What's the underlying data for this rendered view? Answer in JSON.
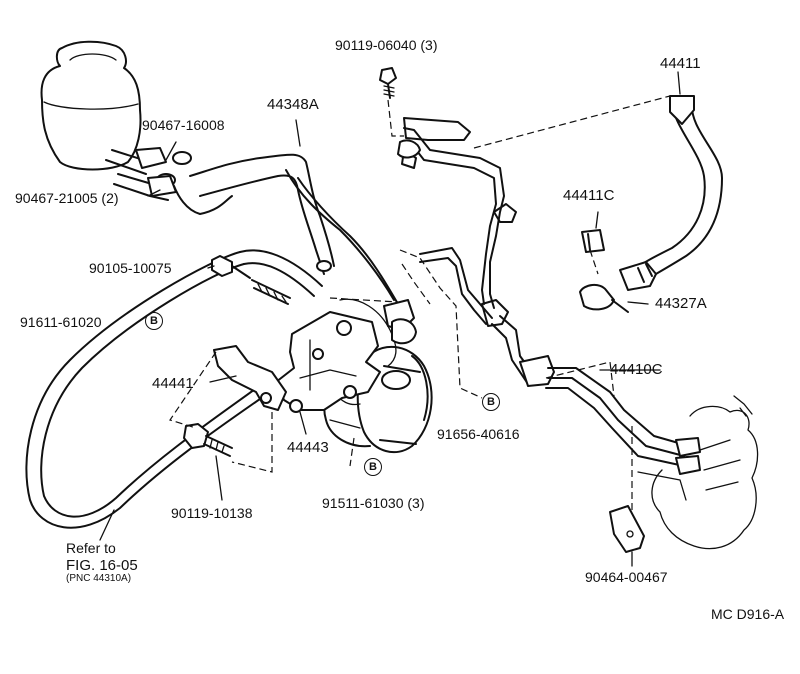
{
  "parts": {
    "p90119_06040": "90119-06040 (3)",
    "p44411": "44411",
    "p90467_16008": "90467-16008",
    "p44348A": "44348A",
    "p90467_21005": "90467-21005 (2)",
    "p44411C": "44411C",
    "p90105_10075": "90105-10075",
    "p44327A": "44327A",
    "p91611_61020": "91611-61020",
    "p44410C": "44410C",
    "p44441": "44441",
    "p91656_40616": "91656-40616",
    "p44443": "44443",
    "p91511_61030": "91511-61030 (3)",
    "p90119_10138": "90119-10138",
    "p90464_00467": "90464-00467"
  },
  "callout_letter": "B",
  "refer": {
    "line1": "Refer to",
    "line2": "FIG. 16-05",
    "line3": "(PNC 44310A)"
  },
  "diagram_code": "MC D916-A"
}
